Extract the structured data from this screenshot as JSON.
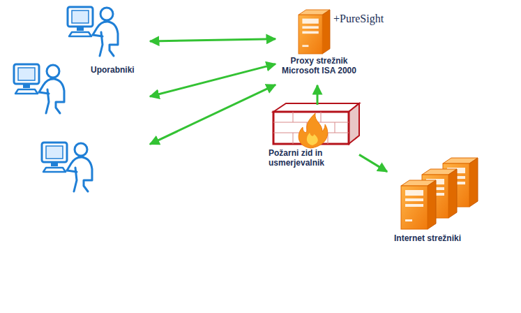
{
  "diagram": {
    "nodes": [
      {
        "text": [
          "Uporabniki"
        ]
      },
      {
        "text": [
          "Proxy strežnik Microsoft ISA 2000",
          "+PureSight"
        ]
      },
      {
        "text": [
          "Požarni zid in usmerjevalnik"
        ]
      },
      {
        "text": [
          "Internet strežniki"
        ]
      }
    ],
    "edges": [
      {
        "from": 0,
        "to": 1,
        "arrow": "both"
      },
      {
        "from": 0,
        "to": 1,
        "arrow": "both"
      },
      {
        "from": 0,
        "to": 1,
        "arrow": "both"
      },
      {
        "from": 2,
        "to": 1,
        "arrow": "to"
      },
      {
        "from": 2,
        "to": 3,
        "arrow": "to"
      }
    ]
  }
}
